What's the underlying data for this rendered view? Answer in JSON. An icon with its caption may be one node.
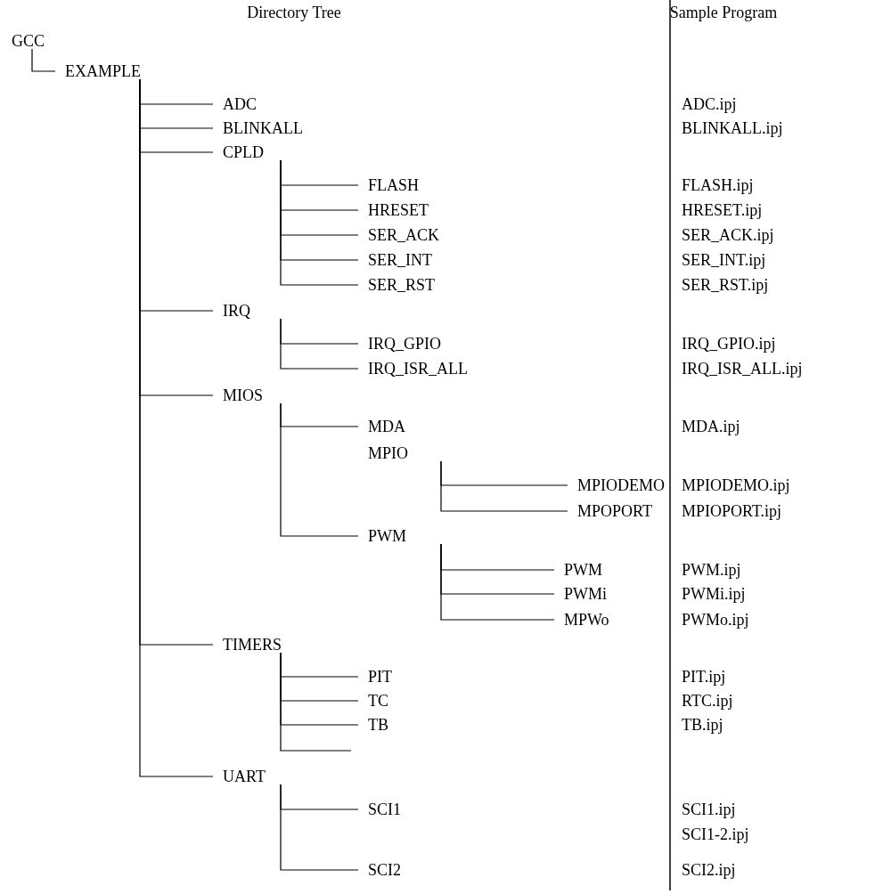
{
  "diagram": {
    "nodes": [
      {
        "text": [
          "GCC"
        ]
      },
      {
        "text": [
          "EXAMPLE"
        ]
      },
      {
        "text": [
          "ADC"
        ]
      },
      {
        "text": [
          "BLINKALL"
        ]
      },
      {
        "text": [
          "CPLD"
        ]
      },
      {
        "text": [
          "FLASH"
        ]
      },
      {
        "text": [
          "HRESET"
        ]
      },
      {
        "text": [
          "SER_ACK"
        ]
      },
      {
        "text": [
          "SER_INT"
        ]
      },
      {
        "text": [
          "SER_RST"
        ]
      },
      {
        "text": [
          "IRQ"
        ]
      },
      {
        "text": [
          "IRQ_GPIO"
        ]
      },
      {
        "text": [
          "IRQ_ISR_ALL"
        ]
      },
      {
        "text": [
          "MIOS"
        ]
      },
      {
        "text": [
          "MDA"
        ]
      },
      {
        "text": [
          "MPIO"
        ]
      },
      {
        "text": [
          "MPIODEMO"
        ]
      },
      {
        "text": [
          "MPOPORT"
        ]
      },
      {
        "text": [
          "PWM"
        ]
      },
      {
        "text": [
          "PWM"
        ]
      },
      {
        "text": [
          "PWMi"
        ]
      },
      {
        "text": [
          "MPWo"
        ]
      },
      {
        "text": [
          "TIMERS"
        ]
      },
      {
        "text": [
          "PIT"
        ]
      },
      {
        "text": [
          "TC"
        ]
      },
      {
        "text": [
          "TB"
        ]
      },
      {
        "text": [
          "UART"
        ]
      },
      {
        "text": [
          "SCI1"
        ]
      },
      {
        "text": [
          "SCI2"
        ]
      }
    ],
    "edges": [
      {
        "from": 0,
        "to": 1,
        "arrow": "none"
      },
      {
        "from": 1,
        "to": 2,
        "arrow": "none"
      },
      {
        "from": 1,
        "to": 3,
        "arrow": "none"
      },
      {
        "from": 1,
        "to": 4,
        "arrow": "none"
      },
      {
        "from": 1,
        "to": 10,
        "arrow": "none"
      },
      {
        "from": 1,
        "to": 13,
        "arrow": "none"
      },
      {
        "from": 1,
        "to": 22,
        "arrow": "none"
      },
      {
        "from": 1,
        "to": 26,
        "arrow": "none"
      },
      {
        "from": 4,
        "to": 5,
        "arrow": "none"
      },
      {
        "from": 4,
        "to": 6,
        "arrow": "none"
      },
      {
        "from": 4,
        "to": 7,
        "arrow": "none"
      },
      {
        "from": 4,
        "to": 8,
        "arrow": "none"
      },
      {
        "from": 4,
        "to": 9,
        "arrow": "none"
      },
      {
        "from": 10,
        "to": 11,
        "arrow": "none"
      },
      {
        "from": 10,
        "to": 12,
        "arrow": "none"
      },
      {
        "from": 13,
        "to": 14,
        "arrow": "none"
      },
      {
        "from": 13,
        "to": 18,
        "arrow": "none"
      },
      {
        "from": 15,
        "to": 16,
        "arrow": "none"
      },
      {
        "from": 15,
        "to": 17,
        "arrow": "none"
      },
      {
        "from": 18,
        "to": 19,
        "arrow": "none"
      },
      {
        "from": 18,
        "to": 20,
        "arrow": "none"
      },
      {
        "from": 18,
        "to": 21,
        "arrow": "none"
      },
      {
        "from": 22,
        "to": 23,
        "arrow": "none"
      },
      {
        "from": 22,
        "to": 24,
        "arrow": "none"
      },
      {
        "from": 22,
        "to": 25,
        "arrow": "none"
      },
      {
        "from": 22,
        "to": null,
        "arrow": "none"
      },
      {
        "from": 26,
        "to": 27,
        "arrow": "none"
      },
      {
        "from": 26,
        "to": 28,
        "arrow": "none"
      }
    ],
    "labels": [
      "Directory Tree",
      "Sample Program",
      "ADC.ipj",
      "BLINKALL.ipj",
      "FLASH.ipj",
      "HRESET.ipj",
      "SER_ACK.ipj",
      "SER_INT.ipj",
      "SER_RST.ipj",
      "IRQ_GPIO.ipj",
      "IRQ_ISR_ALL.ipj",
      "MDA.ipj",
      "MPIODEMO.ipj",
      "MPIOPORT.ipj",
      "PWM.ipj",
      "PWMi.ipj",
      "PWMo.ipj",
      "PIT.ipj",
      "RTC.ipj",
      "TB.ipj",
      "SCI1.ipj",
      "SCI1-2.ipj",
      "SCI2.ipj"
    ]
  }
}
